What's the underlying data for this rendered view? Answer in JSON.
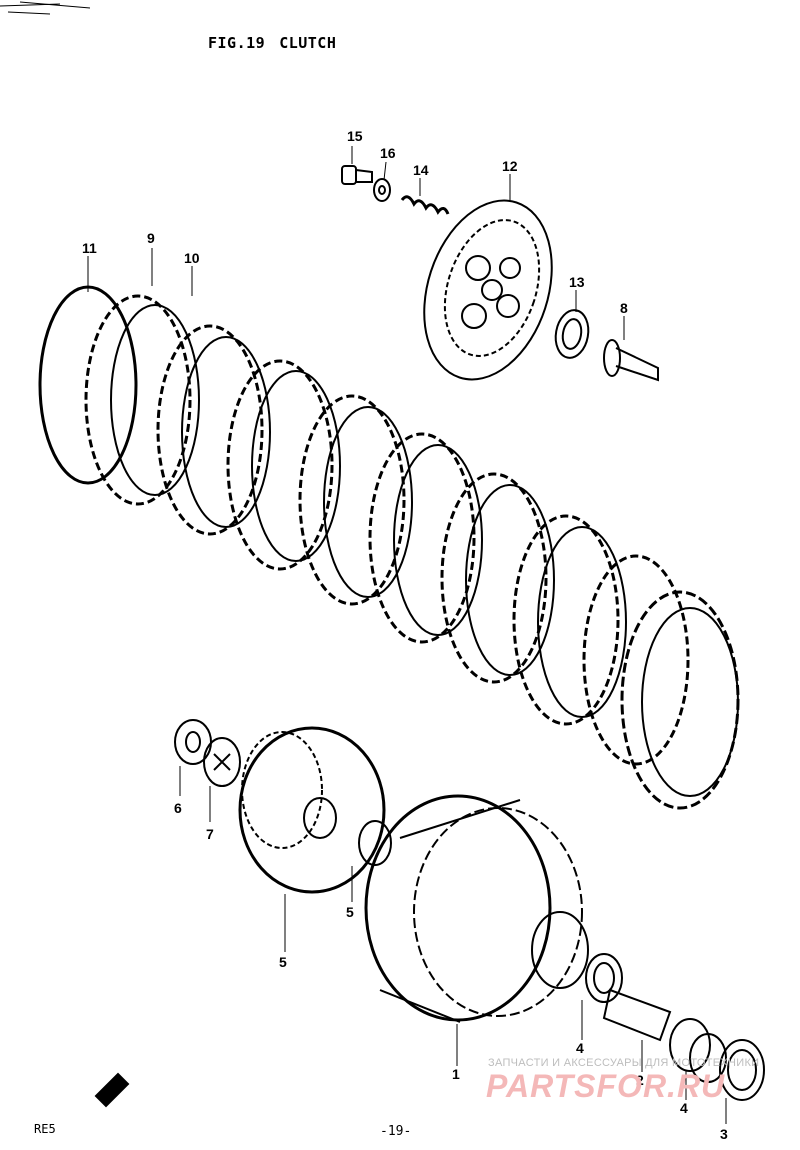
{
  "header": {
    "fig": "FIG.19",
    "title": "CLUTCH"
  },
  "callouts": [
    "15",
    "16",
    "14",
    "12",
    "11",
    "9",
    "10",
    "13",
    "8",
    "6",
    "7",
    "5",
    "5",
    "1",
    "4",
    "2",
    "4",
    "3"
  ],
  "footer": {
    "code": "RE5",
    "page": "-19-"
  },
  "watermark": {
    "top": "ЗАПЧАСТИ И АКСЕССУАРЫ ДЛЯ МОТОТЕХНИКИ",
    "logo": "PARTSFOR.RU"
  }
}
